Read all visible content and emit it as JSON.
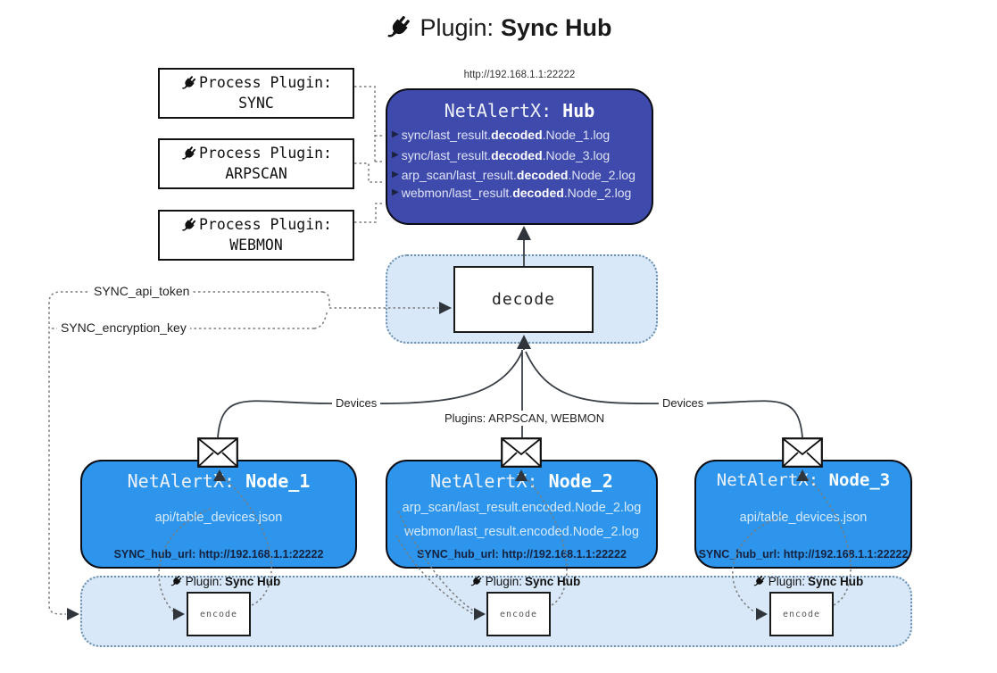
{
  "title": {
    "prefix": "Plugin: ",
    "bold": "Sync Hub"
  },
  "process_plugins": [
    {
      "line1": "Process Plugin:",
      "name": "SYNC"
    },
    {
      "line1": "Process Plugin:",
      "name": "ARPSCAN"
    },
    {
      "line1": "Process Plugin:",
      "name": "WEBMON"
    }
  ],
  "hub": {
    "url": "http://192.168.1.1:22222",
    "title_prefix": "NetAlertX: ",
    "title_bold": "Hub",
    "marker": "▶",
    "logs": [
      {
        "pre": "sync/last_result.",
        "bold": "decoded",
        "post": ".Node_1.log"
      },
      {
        "pre": "sync/last_result.",
        "bold": "decoded",
        "post": ".Node_3.log"
      },
      {
        "pre": "arp_scan/last_result.",
        "bold": "decoded",
        "post": ".Node_2.log"
      },
      {
        "pre": "webmon/last_result.",
        "bold": "decoded",
        "post": ".Node_2.log"
      }
    ]
  },
  "decode": {
    "label": "decode"
  },
  "params": {
    "api_token": "SYNC_api_token",
    "encryption_key": "SYNC_encryption_key"
  },
  "edges": {
    "left": "Devices",
    "middle": "Plugins: ARPSCAN, WEBMON",
    "right": "Devices"
  },
  "nodes": [
    {
      "title_prefix": "NetAlertX: ",
      "title_bold": "Node_1",
      "files": [
        "api/table_devices.json"
      ],
      "hub_url": "SYNC_hub_url: http://192.168.1.1:22222"
    },
    {
      "title_prefix": "NetAlertX: ",
      "title_bold": "Node_2",
      "files": [
        "arp_scan/last_result.encoded.Node_2.log",
        "webmon/last_result.encoded.Node_2.log"
      ],
      "hub_url": "SYNC_hub_url: http://192.168.1.1:22222"
    },
    {
      "title_prefix": "NetAlertX: ",
      "title_bold": "Node_3",
      "files": [
        "api/table_devices.json"
      ],
      "hub_url": "SYNC_hub_url: http://192.168.1.1:22222"
    }
  ],
  "encoders": [
    {
      "plugin_prefix": "Plugin: ",
      "plugin_bold": "Sync Hub",
      "label": "encode"
    },
    {
      "plugin_prefix": "Plugin: ",
      "plugin_bold": "Sync Hub",
      "label": "encode"
    },
    {
      "plugin_prefix": "Plugin: ",
      "plugin_bold": "Sync Hub",
      "label": "encode"
    }
  ],
  "colors": {
    "canvas-bg": "#ffffff",
    "hub-fill": "#3f4aad",
    "node-fill": "#2d96ec",
    "panel-fill": "#d8e8f8",
    "panel-border": "#6b8fae",
    "hub-text": "#dfe3f4",
    "node-text": "#d6e9fb",
    "dark-text": "#16213e"
  }
}
